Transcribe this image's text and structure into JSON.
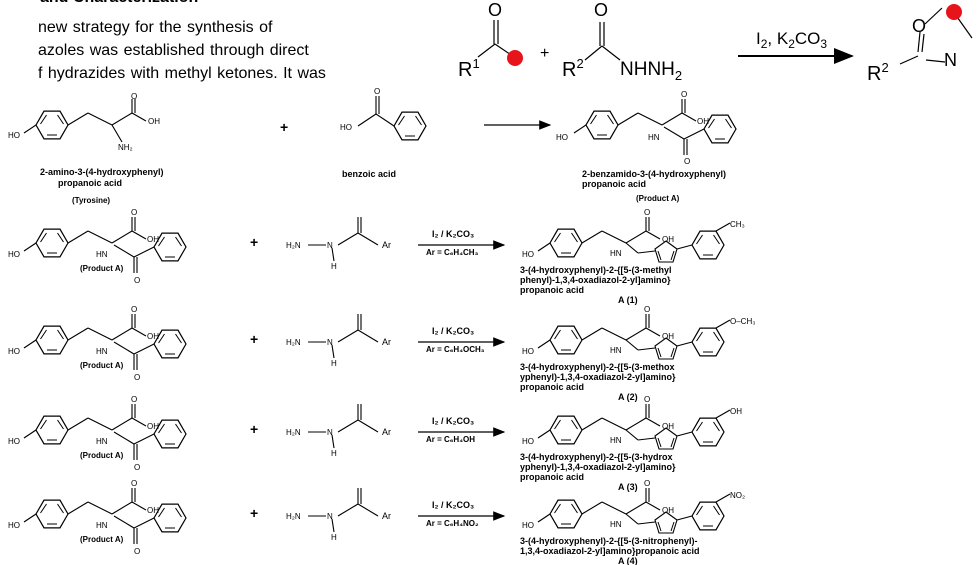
{
  "intro": {
    "heading": "and Characterization",
    "lines": [
      "new strategy for the synthesis of",
      "azoles was established through direct",
      "f hydrazides with methyl ketones. It was"
    ]
  },
  "general_scheme": {
    "r1": "R",
    "r1_sup": "1",
    "r2": "R",
    "r2_sup": "2",
    "plus": "+",
    "o_top": "O",
    "nhnh2": "NHNH",
    "nhnh2_sub": "2",
    "conditions_i": "I",
    "conditions_i_sub": "2",
    "conditions_rest": ", K",
    "conditions_k_sub": "2",
    "conditions_co": "CO",
    "conditions_co_sub": "3",
    "product_o": "O",
    "product_n": "N",
    "product_r": "R",
    "product_r_sup": "2"
  },
  "row1": {
    "reactant1_name": [
      "2-amino-3-(4-hydroxyphenyl)",
      "propanoic acid"
    ],
    "reactant1_common": "(Tyrosine)",
    "reactant2_name": "benzoic acid",
    "product_name": [
      "2-benzamido-3-(4-hydroxyphenyl)",
      "propanoic acid"
    ],
    "product_label": "(Product A)",
    "plus": "+"
  },
  "reactions": [
    {
      "reactant_label": "(Product A)",
      "reagent": "I₂ / K₂CO₃",
      "ar": "Ar = C₆H₄CH₃",
      "substituent": "CH₃",
      "product_name": [
        "3-(4-hydroxyphenyl)-2-{[5-(3-methyl",
        "phenyl)-1,3,4-oxadiazol-2-yl]amino}",
        "propanoic acid"
      ],
      "product_id": "A (1)"
    },
    {
      "reactant_label": "(Product A)",
      "reagent": "I₂ / K₂CO₃",
      "ar": "Ar = C₆H₄OCH₃",
      "substituent": "O–CH₃",
      "product_name": [
        "3-(4-hydroxyphenyl)-2-{[5-(3-methox",
        "yphenyl)-1,3,4-oxadiazol-2-yl]amino}",
        "propanoic acid"
      ],
      "product_id": "A (2)"
    },
    {
      "reactant_label": "(Product A)",
      "reagent": "I₂ / K₂CO₃",
      "ar": "Ar = C₆H₄OH",
      "substituent": "OH",
      "product_name": [
        "3-(4-hydroxyphenyl)-2-{[5-(3-hydrox",
        "yphenyl)-1,3,4-oxadiazol-2-yl]amino}",
        "propanoic acid"
      ],
      "product_id": "A (3)"
    },
    {
      "reactant_label": "(Product A)",
      "reagent": "I₂ / K₂CO₃",
      "ar": "Ar = C₆H₄NO₂",
      "substituent": "NO₂",
      "product_name": [
        "3-(4-hydroxyphenyl)-2-{[5-(3-nitrophenyl)-",
        "1,3,4-oxadiazol-2-yl]amino}propanoic acid"
      ],
      "product_id": "A (4)"
    }
  ],
  "atoms": {
    "o": "O",
    "oh": "OH",
    "ho": "HO",
    "nh2": "NH₂",
    "hn": "HN",
    "h2n": "H₂N",
    "n": "N",
    "h": "H",
    "ar": "Ar",
    "plus": "+"
  },
  "colors": {
    "highlight": "#e8141b",
    "ink": "#000000"
  }
}
